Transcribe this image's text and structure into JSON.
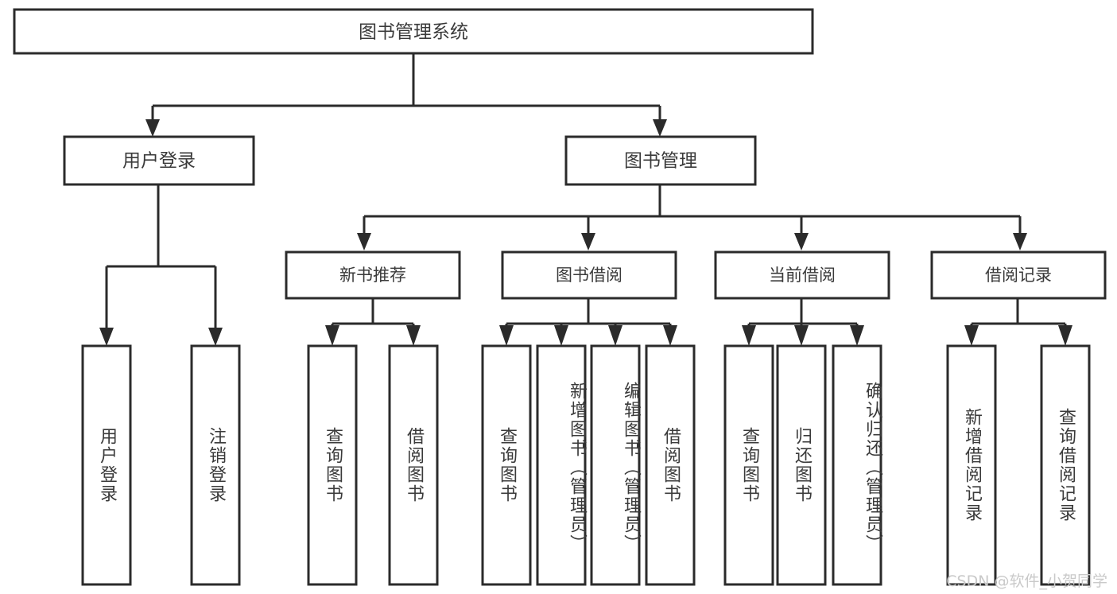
{
  "diagram": {
    "type": "tree",
    "title": "图书管理系统",
    "watermark": "CSDN @软件_小贺同学",
    "colors": {
      "stroke": "#2b2b2b",
      "box_fill": "#ffffff",
      "text": "#3a3a3a",
      "background": "#ffffff",
      "watermark": "#c9c9c9"
    },
    "root": {
      "label": "图书管理系统"
    },
    "level2": [
      {
        "label": "用户登录"
      },
      {
        "label": "图书管理"
      }
    ],
    "level3": [
      {
        "label": "新书推荐"
      },
      {
        "label": "图书借阅"
      },
      {
        "label": "当前借阅"
      },
      {
        "label": "借阅记录"
      }
    ],
    "leaves": {
      "user_login": [
        {
          "label": "用户登录"
        },
        {
          "label": "注销登录"
        }
      ],
      "new_book": [
        {
          "label": "查询图书"
        },
        {
          "label": "借阅图书"
        }
      ],
      "book_borrow": [
        {
          "label": "查询图书"
        },
        {
          "label": "新增图书（管理员）"
        },
        {
          "label": "编辑图书（管理员）"
        },
        {
          "label": "借阅图书"
        }
      ],
      "current_borrow": [
        {
          "label": "查询图书"
        },
        {
          "label": "归还图书"
        },
        {
          "label": "确认归还（管理员）"
        }
      ],
      "borrow_record": [
        {
          "label": "新增借阅记录"
        },
        {
          "label": "查询借阅记录"
        }
      ]
    }
  }
}
